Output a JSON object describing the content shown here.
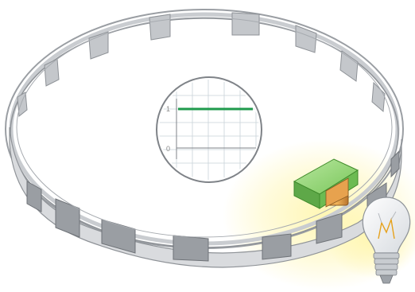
{
  "inset_graph": {
    "y_ticks": [
      "1",
      "0"
    ],
    "signal_level": 1,
    "line_color": "#1f9a4c",
    "grid_color": "#c8d2d8"
  },
  "colors": {
    "ring_wall_light": "#e8e9ea",
    "ring_wall_dark": "#8c8f93",
    "magnet": "#7ccc5e",
    "lamp_glow": "#fff3a6"
  },
  "icons": {
    "bulb": "light-bulb-icon",
    "magnet": "magnet-icon"
  }
}
